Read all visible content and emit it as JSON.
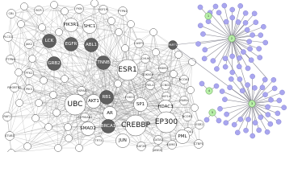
{
  "network": {
    "protein_nodes": [
      {
        "label": "CBL",
        "size": "s",
        "fill": "white"
      },
      {
        "label": "BCR",
        "size": "s",
        "fill": "white"
      },
      {
        "label": "PXN",
        "size": "s",
        "fill": "white"
      },
      {
        "label": "IGF1R",
        "size": "s",
        "fill": "white"
      },
      {
        "label": "PTPN1",
        "size": "s",
        "fill": "white"
      },
      {
        "label": "PIK3R1",
        "size": "m",
        "fill": "white"
      },
      {
        "label": "SHC1",
        "size": "m",
        "fill": "white"
      },
      {
        "label": "PLCG1",
        "size": "s",
        "fill": "white"
      },
      {
        "label": "JAK2",
        "size": "s",
        "fill": "white"
      },
      {
        "label": "LCK",
        "size": "m",
        "fill": "dark"
      },
      {
        "label": "PTPN6",
        "size": "s",
        "fill": "white"
      },
      {
        "label": "EGFR",
        "size": "m",
        "fill": "dark"
      },
      {
        "label": "ABL1",
        "size": "m",
        "fill": "dark"
      },
      {
        "label": "GRB2",
        "size": "m",
        "fill": "dark"
      },
      {
        "label": "PTK2",
        "size": "s",
        "fill": "white"
      },
      {
        "label": "CASP3",
        "size": "s",
        "fill": "white"
      },
      {
        "label": "CHUK",
        "size": "s",
        "fill": "white"
      },
      {
        "label": "PARP1",
        "size": "s",
        "fill": "dark"
      },
      {
        "label": "CTNNB1",
        "size": "m",
        "fill": "dark"
      },
      {
        "label": "ESR1",
        "size": "l",
        "fill": "white"
      },
      {
        "label": "MDM2",
        "size": "s",
        "fill": "white"
      },
      {
        "label": "CDKN1A",
        "size": "s",
        "fill": "white"
      },
      {
        "label": "RELA",
        "size": "s",
        "fill": "white"
      },
      {
        "label": "CCND1",
        "size": "s",
        "fill": "white"
      },
      {
        "label": "NCOA2",
        "size": "s",
        "fill": "white"
      },
      {
        "label": "HIF1A",
        "size": "s",
        "fill": "white"
      },
      {
        "label": "RHOBTB1",
        "size": "s",
        "fill": "white"
      },
      {
        "label": "PIK3",
        "size": "s",
        "fill": "white"
      },
      {
        "label": "HSPA8",
        "size": "s",
        "fill": "white"
      },
      {
        "label": "UBC",
        "size": "l",
        "fill": "white"
      },
      {
        "label": "AKT1",
        "size": "m",
        "fill": "white"
      },
      {
        "label": "RB1",
        "size": "m",
        "fill": "dark"
      },
      {
        "label": "FOXO1",
        "size": "s",
        "fill": "white"
      },
      {
        "label": "SP1",
        "size": "m",
        "fill": "white"
      },
      {
        "label": "HDAC3",
        "size": "m",
        "fill": "white"
      },
      {
        "label": "RARA",
        "size": "s",
        "fill": "white"
      },
      {
        "label": "RAF1",
        "size": "s",
        "fill": "white"
      },
      {
        "label": "AR",
        "size": "m",
        "fill": "white"
      },
      {
        "label": "HSP90AA1",
        "size": "s",
        "fill": "white"
      },
      {
        "label": "EP300",
        "size": "l",
        "fill": "white"
      },
      {
        "label": "NCOR2",
        "size": "s",
        "fill": "white"
      },
      {
        "label": "ESR2",
        "size": "s",
        "fill": "white"
      },
      {
        "label": "SMAD2",
        "size": "m",
        "fill": "white"
      },
      {
        "label": "BRCA1",
        "size": "m",
        "fill": "dark"
      },
      {
        "label": "CREBBP",
        "size": "l",
        "fill": "white"
      },
      {
        "label": "NCOA1",
        "size": "s",
        "fill": "white"
      },
      {
        "label": "PML",
        "size": "m",
        "fill": "white"
      },
      {
        "label": "STUB1",
        "size": "s",
        "fill": "white"
      },
      {
        "label": "TP73",
        "size": "s",
        "fill": "white"
      },
      {
        "label": "JUN",
        "size": "m",
        "fill": "white"
      },
      {
        "label": "GATA1",
        "size": "s",
        "fill": "white"
      },
      {
        "label": "CTBP1",
        "size": "s",
        "fill": "white"
      },
      {
        "label": "SAT2B",
        "size": "s",
        "fill": "white"
      },
      {
        "label": "UBE2I",
        "size": "s",
        "fill": "white"
      },
      {
        "label": "SUMO1",
        "size": "s",
        "fill": "white"
      }
    ],
    "hub_labels": [
      "1",
      "2",
      "3",
      "4",
      "5"
    ],
    "colors": {
      "white_node": "#ffffff",
      "dark_node": "#5f5f5f",
      "lavender_node": "#a9a6ef",
      "green_hub": "#b8f0a8",
      "edge": "#7a7a7a"
    }
  }
}
